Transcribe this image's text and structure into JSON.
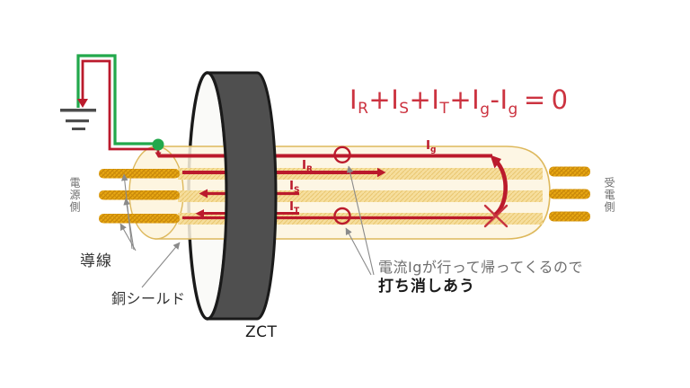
{
  "colors": {
    "accent-red": "#bb1a2c",
    "formula-red": "#cc3340",
    "fault-red": "#c8343f",
    "wire-green": "#22a84b",
    "gold": "#e8a813",
    "gold-dark": "#c9880a",
    "band": "#f6dd97",
    "band-line": "#e9c469",
    "cable-fill": "#fdf5e0",
    "cable-border": "#ddb85c",
    "zct-dark": "#4f4f4f",
    "zct-face": "#fafaf8",
    "outline-dark": "#1a1a1a",
    "ground-gray": "#4d4d4d",
    "leader-gray": "#8a8a8a",
    "text-dark": "#333333",
    "text-gray": "#6e6e6e",
    "text-black": "#1a1a1a"
  },
  "formula": {
    "parts": [
      {
        "t": "I"
      },
      {
        "t": "R"
      },
      {
        "t": "+"
      },
      {
        "t": "I"
      },
      {
        "t": "S"
      },
      {
        "t": "+"
      },
      {
        "t": "I"
      },
      {
        "t": "T"
      },
      {
        "t": "+"
      },
      {
        "t": "I"
      },
      {
        "t": "g"
      },
      {
        "t": "-"
      },
      {
        "t": "I"
      },
      {
        "t": "g"
      },
      {
        "t": "="
      },
      {
        "t": "0"
      }
    ]
  },
  "labels": {
    "current_ir": {
      "main": "I",
      "sub": "R"
    },
    "current_is": {
      "main": "I",
      "sub": "S"
    },
    "current_it": {
      "main": "I",
      "sub": "T"
    },
    "current_ig": {
      "main": "I",
      "sub": "g"
    },
    "source_side": "電源側",
    "load_side": "受電側",
    "conductor": "導線",
    "copper_shield": "銅シールド",
    "zct": "ZCT",
    "note_line1": "電流Igが行って帰ってくるので",
    "note_line2": "打ち消しあう"
  }
}
